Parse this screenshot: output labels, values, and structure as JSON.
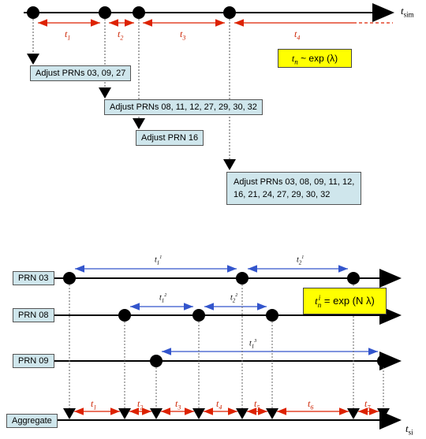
{
  "top": {
    "axis_label": "t",
    "axis_sub": "sim",
    "intervals": [
      "t1",
      "t2",
      "t3",
      "t4"
    ],
    "formula": "tn ~ exp (λ)",
    "formula_parts": {
      "t": "t",
      "n": "n",
      "rest": " ~ exp (λ)"
    },
    "adjust_boxes": [
      "Adjust PRNs 03, 09, 27",
      "Adjust PRNs 08, 11, 12, 27, 29, 30, 32",
      "Adjust PRN 16",
      "Adjust PRNs 03, 08, 09, 11, 12,",
      "16, 21, 24, 27, 29, 30, 32"
    ]
  },
  "bottom": {
    "rows": [
      "PRN 03",
      "PRN 08",
      "PRN 09",
      "Aggregate"
    ],
    "prn_intervals": {
      "prn03": [
        "t1",
        "t2"
      ],
      "prn08": [
        "t1",
        "t2"
      ],
      "prn09": [
        "t1"
      ]
    },
    "aggregate_intervals": [
      "t1",
      "t2",
      "t3",
      "t4",
      "t5",
      "t6",
      "t7"
    ],
    "formula_parts": {
      "t": "t",
      "n": "n",
      "i": "i",
      "rest": " = exp (N λ)"
    },
    "axis_label": "t",
    "axis_sub": "si"
  },
  "colors": {
    "top_arrow": "#dd2200",
    "bottom_arrow": "#3355cc",
    "aggregate_arrow": "#dd2200",
    "box_fill": "#cfe6ec",
    "formula_fill": "#ffff00"
  }
}
